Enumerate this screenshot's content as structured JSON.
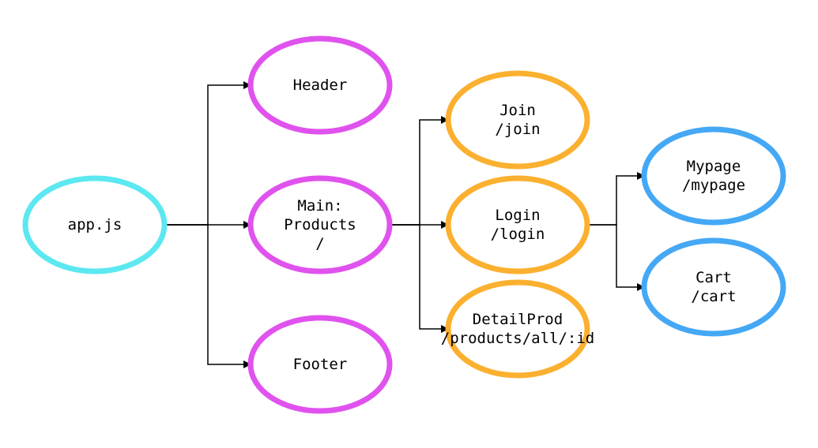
{
  "colors": {
    "root": "#5ce8f0",
    "layout": "#e052ee",
    "page": "#fbb030",
    "subpage": "#45a8f5",
    "edge": "#000000"
  },
  "nodes": {
    "app": {
      "lines": [
        "app.js"
      ]
    },
    "header": {
      "lines": [
        "Header"
      ]
    },
    "main": {
      "lines": [
        "Main:",
        "Products",
        "/"
      ]
    },
    "footer": {
      "lines": [
        "Footer"
      ]
    },
    "join": {
      "lines": [
        "Join",
        "/join"
      ]
    },
    "login": {
      "lines": [
        "Login",
        "/login"
      ]
    },
    "detail": {
      "lines": [
        "DetailProd",
        "/products/all/:id"
      ]
    },
    "mypage": {
      "lines": [
        "Mypage",
        "/mypage"
      ]
    },
    "cart": {
      "lines": [
        "Cart",
        "/cart"
      ]
    }
  },
  "edges": [
    {
      "from": "app",
      "to": "header"
    },
    {
      "from": "app",
      "to": "main"
    },
    {
      "from": "app",
      "to": "footer"
    },
    {
      "from": "main",
      "to": "join"
    },
    {
      "from": "main",
      "to": "login"
    },
    {
      "from": "main",
      "to": "detail"
    },
    {
      "from": "login",
      "to": "mypage"
    },
    {
      "from": "login",
      "to": "cart"
    }
  ]
}
